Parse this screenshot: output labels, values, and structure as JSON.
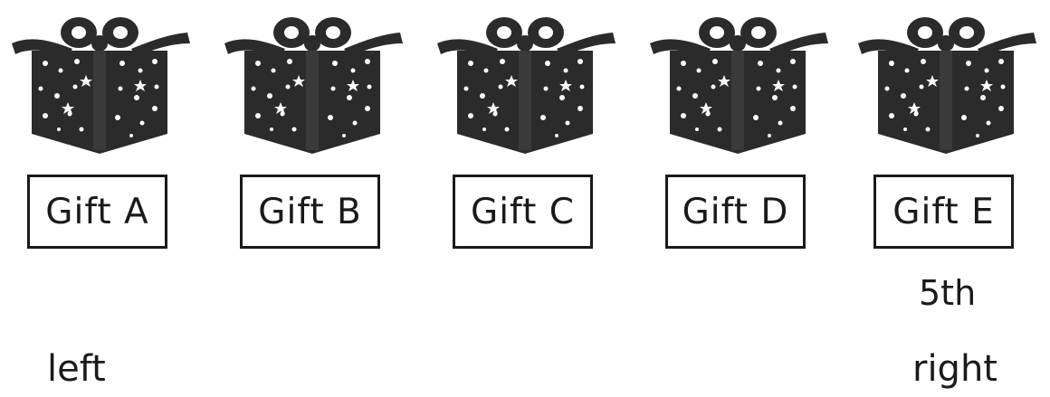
{
  "gifts": [
    {
      "label": "Gift A"
    },
    {
      "label": "Gift B"
    },
    {
      "label": "Gift C"
    },
    {
      "label": "Gift D"
    },
    {
      "label": "Gift E"
    }
  ],
  "ordinal_marker": "5th",
  "direction_left": "left",
  "direction_right": "right",
  "colors": {
    "ink": "#1a1a1a",
    "box_fill": "#2b2b2b",
    "dots": "#ffffff"
  }
}
